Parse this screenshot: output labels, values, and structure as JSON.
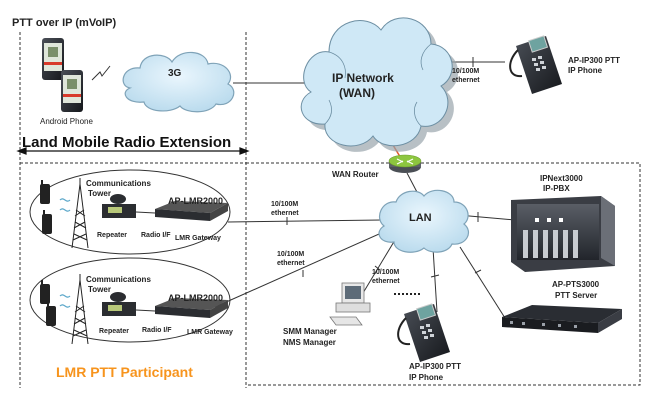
{
  "title": "PTT over IP (mVoIP)",
  "sections": {
    "lmr_extension": "Land Mobile Radio Extension",
    "lmr_participant": "LMR PTT Participant"
  },
  "clouds": {
    "cellular": "3G",
    "wan_line1": "IP Network",
    "wan_line2": "(WAN)",
    "lan": "LAN"
  },
  "devices": {
    "android_phone": "Android Phone",
    "wan_router": "WAN Router",
    "ip_phone_top": {
      "line1": "AP-IP300 PTT",
      "line2": "IP Phone"
    },
    "ip_phone_bottom": {
      "line1": "AP-IP300 PTT",
      "line2": "IP Phone"
    },
    "ippbx": {
      "line1": "IPNext3000",
      "line2": "IP-PBX"
    },
    "ptt_server": {
      "line1": "AP-PTS3000",
      "line2": "PTT Server"
    },
    "manager": {
      "line1": "SMM Manager",
      "line2": "NMS Manager"
    },
    "lmr_sites": [
      {
        "tower_line1": "Communications",
        "tower_line2": "Tower",
        "gateway_model": "AP-LMR2000",
        "repeater": "Repeater",
        "radio_if": "Radio I/F",
        "gateway": "LMR Gateway"
      },
      {
        "tower_line1": "Communications",
        "tower_line2": "Tower",
        "gateway_model": "AP-LMR2000",
        "repeater": "Repeater",
        "radio_if": "Radio I/F",
        "gateway": "LMR Gateway"
      }
    ]
  },
  "links": {
    "eth_line1": "10/100M",
    "eth_line2": "ethernet"
  },
  "colors": {
    "cloud_fill": "#cfe8f6",
    "cloud_stroke": "#6d8fa3",
    "router_green": "#8dc63f",
    "accent_orange": "#f7941d",
    "wan_link": "#e2572b"
  }
}
